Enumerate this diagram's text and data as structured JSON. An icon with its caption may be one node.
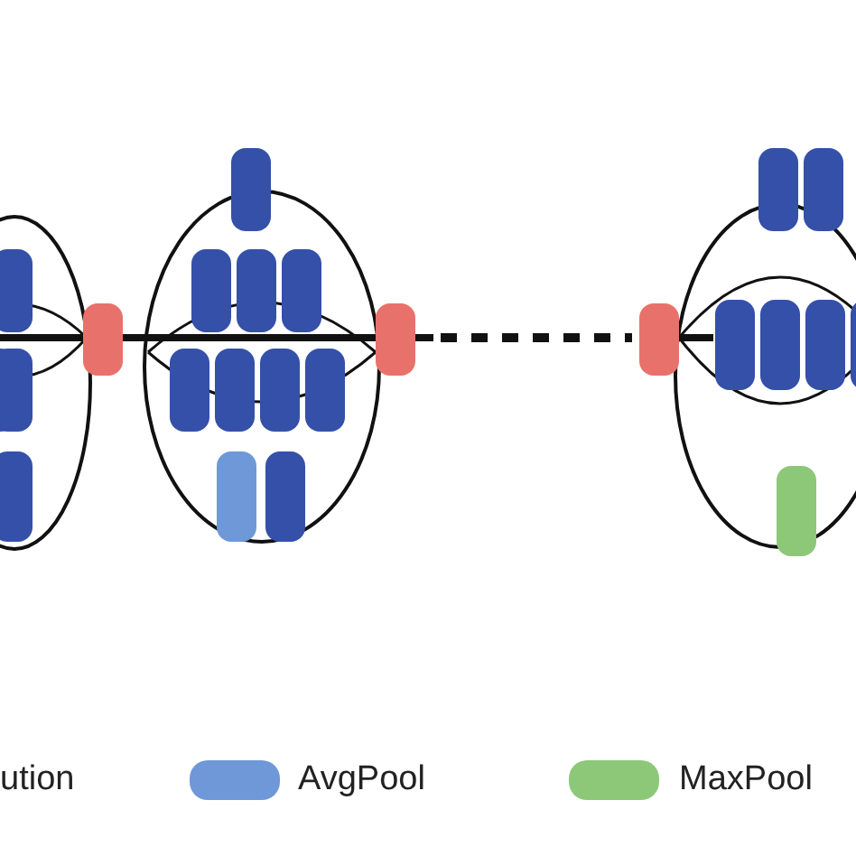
{
  "diagram": {
    "legend": [
      {
        "text": "ution"
      },
      {
        "text": "AvgPool",
        "color": "#6e98d8"
      },
      {
        "text": "MaxPool",
        "color": "#8dc878"
      }
    ]
  }
}
